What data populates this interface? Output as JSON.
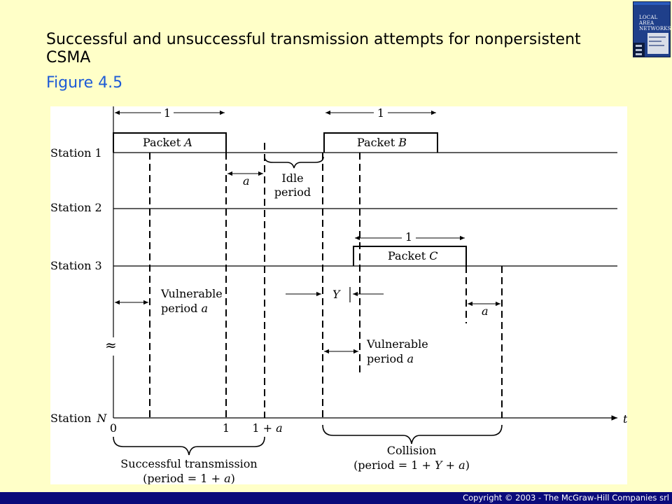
{
  "slide": {
    "title": "Successful and unsuccessful transmission attempts for nonpersistent CSMA",
    "subtitle": "Figure 4.5",
    "copyright": "Copyright © 2003 - The McGraw-Hill Companies srl"
  },
  "book_cover": {
    "lines": [
      "LOCAL",
      "AREA",
      "NETWORKS"
    ]
  },
  "diagram": {
    "stations": {
      "s1": "Station 1",
      "s2": "Station 2",
      "s3": "Station 3",
      "sn_prefix": "Station",
      "sn_var": "N"
    },
    "packets": {
      "a_prefix": "Packet",
      "a_var": "A",
      "b_prefix": "Packet",
      "b_var": "B",
      "c_prefix": "Packet",
      "c_var": "C"
    },
    "durations": {
      "one_a": "1",
      "one_b": "1",
      "one_c": "1"
    },
    "labels": {
      "a_left": "a",
      "a_right": "a",
      "idle_1": "Idle",
      "idle_2": "period",
      "vulnerable_1": "Vulnerable",
      "vulnerable_2_prefix": "period",
      "vulnerable_2_var": "a",
      "vulnerable_b_1": "Vulnerable",
      "vulnerable_b_2_prefix": "period",
      "vulnerable_b_2_var": "a",
      "y": "Y",
      "approx": "≈"
    },
    "axis": {
      "tick_0": "0",
      "tick_1": "1",
      "tick_1a_prefix": "1 + ",
      "tick_1a_var": "a",
      "axis_var": "t"
    },
    "braces": {
      "success_1": "Successful transmission",
      "success_2_prefix": "(period = 1 + ",
      "success_2_var": "a",
      "success_2_suffix": ")",
      "collision_1": "Collision",
      "collision_2_prefix": "(period = 1 + ",
      "collision_2_var1": "Y",
      "collision_2_mid": " + ",
      "collision_2_var2": "a",
      "collision_2_suffix": ")"
    }
  }
}
